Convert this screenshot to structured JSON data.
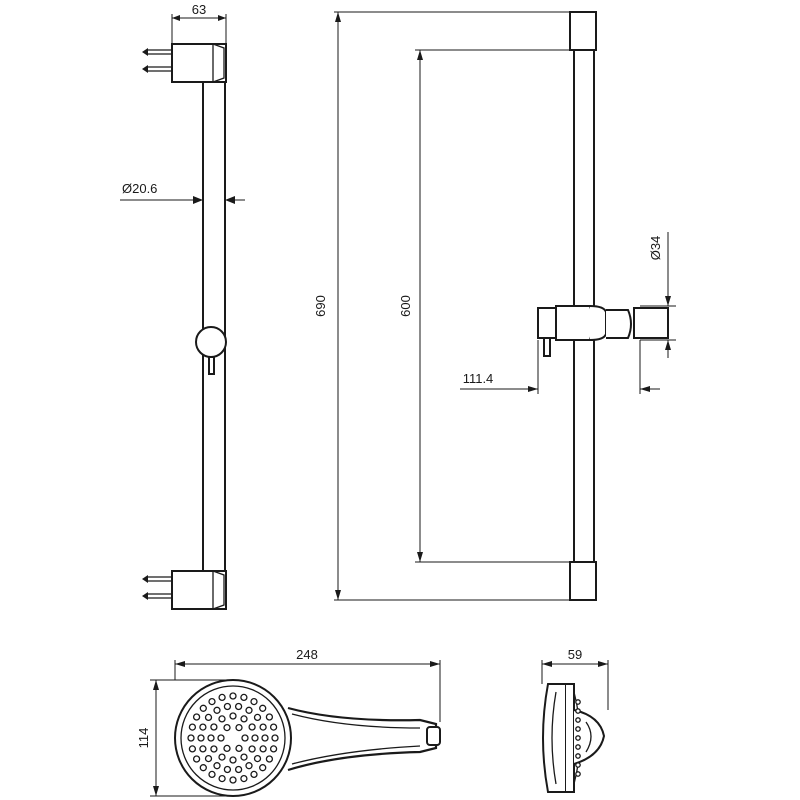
{
  "dimensions": {
    "bracket_width": "63",
    "bar_diameter": "Ø20.6",
    "overall_length": "690",
    "bracket_spacing": "600",
    "slider_diameter": "Ø34",
    "slider_projection": "111.4",
    "handset_length": "248",
    "handset_width": "114",
    "handset_depth": "59"
  }
}
